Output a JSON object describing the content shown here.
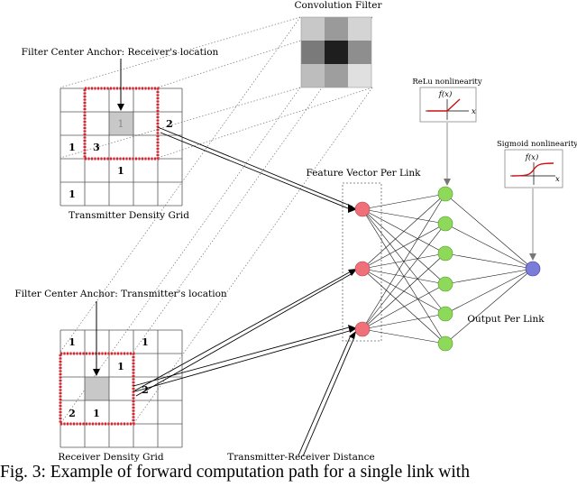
{
  "labels": {
    "convolution_filter": "Convolution Filter",
    "filter_anchor_receiver": "Filter Center Anchor: Receiver's location",
    "filter_anchor_transmitter": "Filter Center Anchor: Transmitter's location",
    "transmitter_grid": "Transmitter Density Grid",
    "receiver_grid": "Receiver Density Grid",
    "feature_vector": "Feature Vector Per Link",
    "relu": "ReLu nonlinearity",
    "sigmoid": "Sigmoid nonlinearity",
    "fx": "f(x)",
    "x": "x",
    "output": "Output Per Link",
    "tx_rx_distance": "Transmitter-Receiver Distance"
  },
  "grids": {
    "transmitter_cells": [
      "1",
      "2",
      "1",
      "3",
      "1",
      "1"
    ],
    "receiver_cells": [
      "1",
      "1",
      "1",
      "2",
      "2",
      "1"
    ]
  },
  "caption": "Fig. 3: Example of forward computation path for a single link with",
  "colors": {
    "input_node": "#f0707a",
    "hidden_node": "#8ed85a",
    "output_node": "#7b7bd8",
    "highlight_box": "#e0202a",
    "relu_curve": "#cc1010",
    "sigmoid_curve": "#cc1010",
    "anchor_cell": "#c8c8c8"
  },
  "filter_shades": [
    [
      "#c8c8c8",
      "#9a9a9a",
      "#d4d4d4"
    ],
    [
      "#7a7a7a",
      "#1e1e1e",
      "#8e8e8e"
    ],
    [
      "#bdbdbd",
      "#9e9e9e",
      "#e0e0e0"
    ]
  ]
}
